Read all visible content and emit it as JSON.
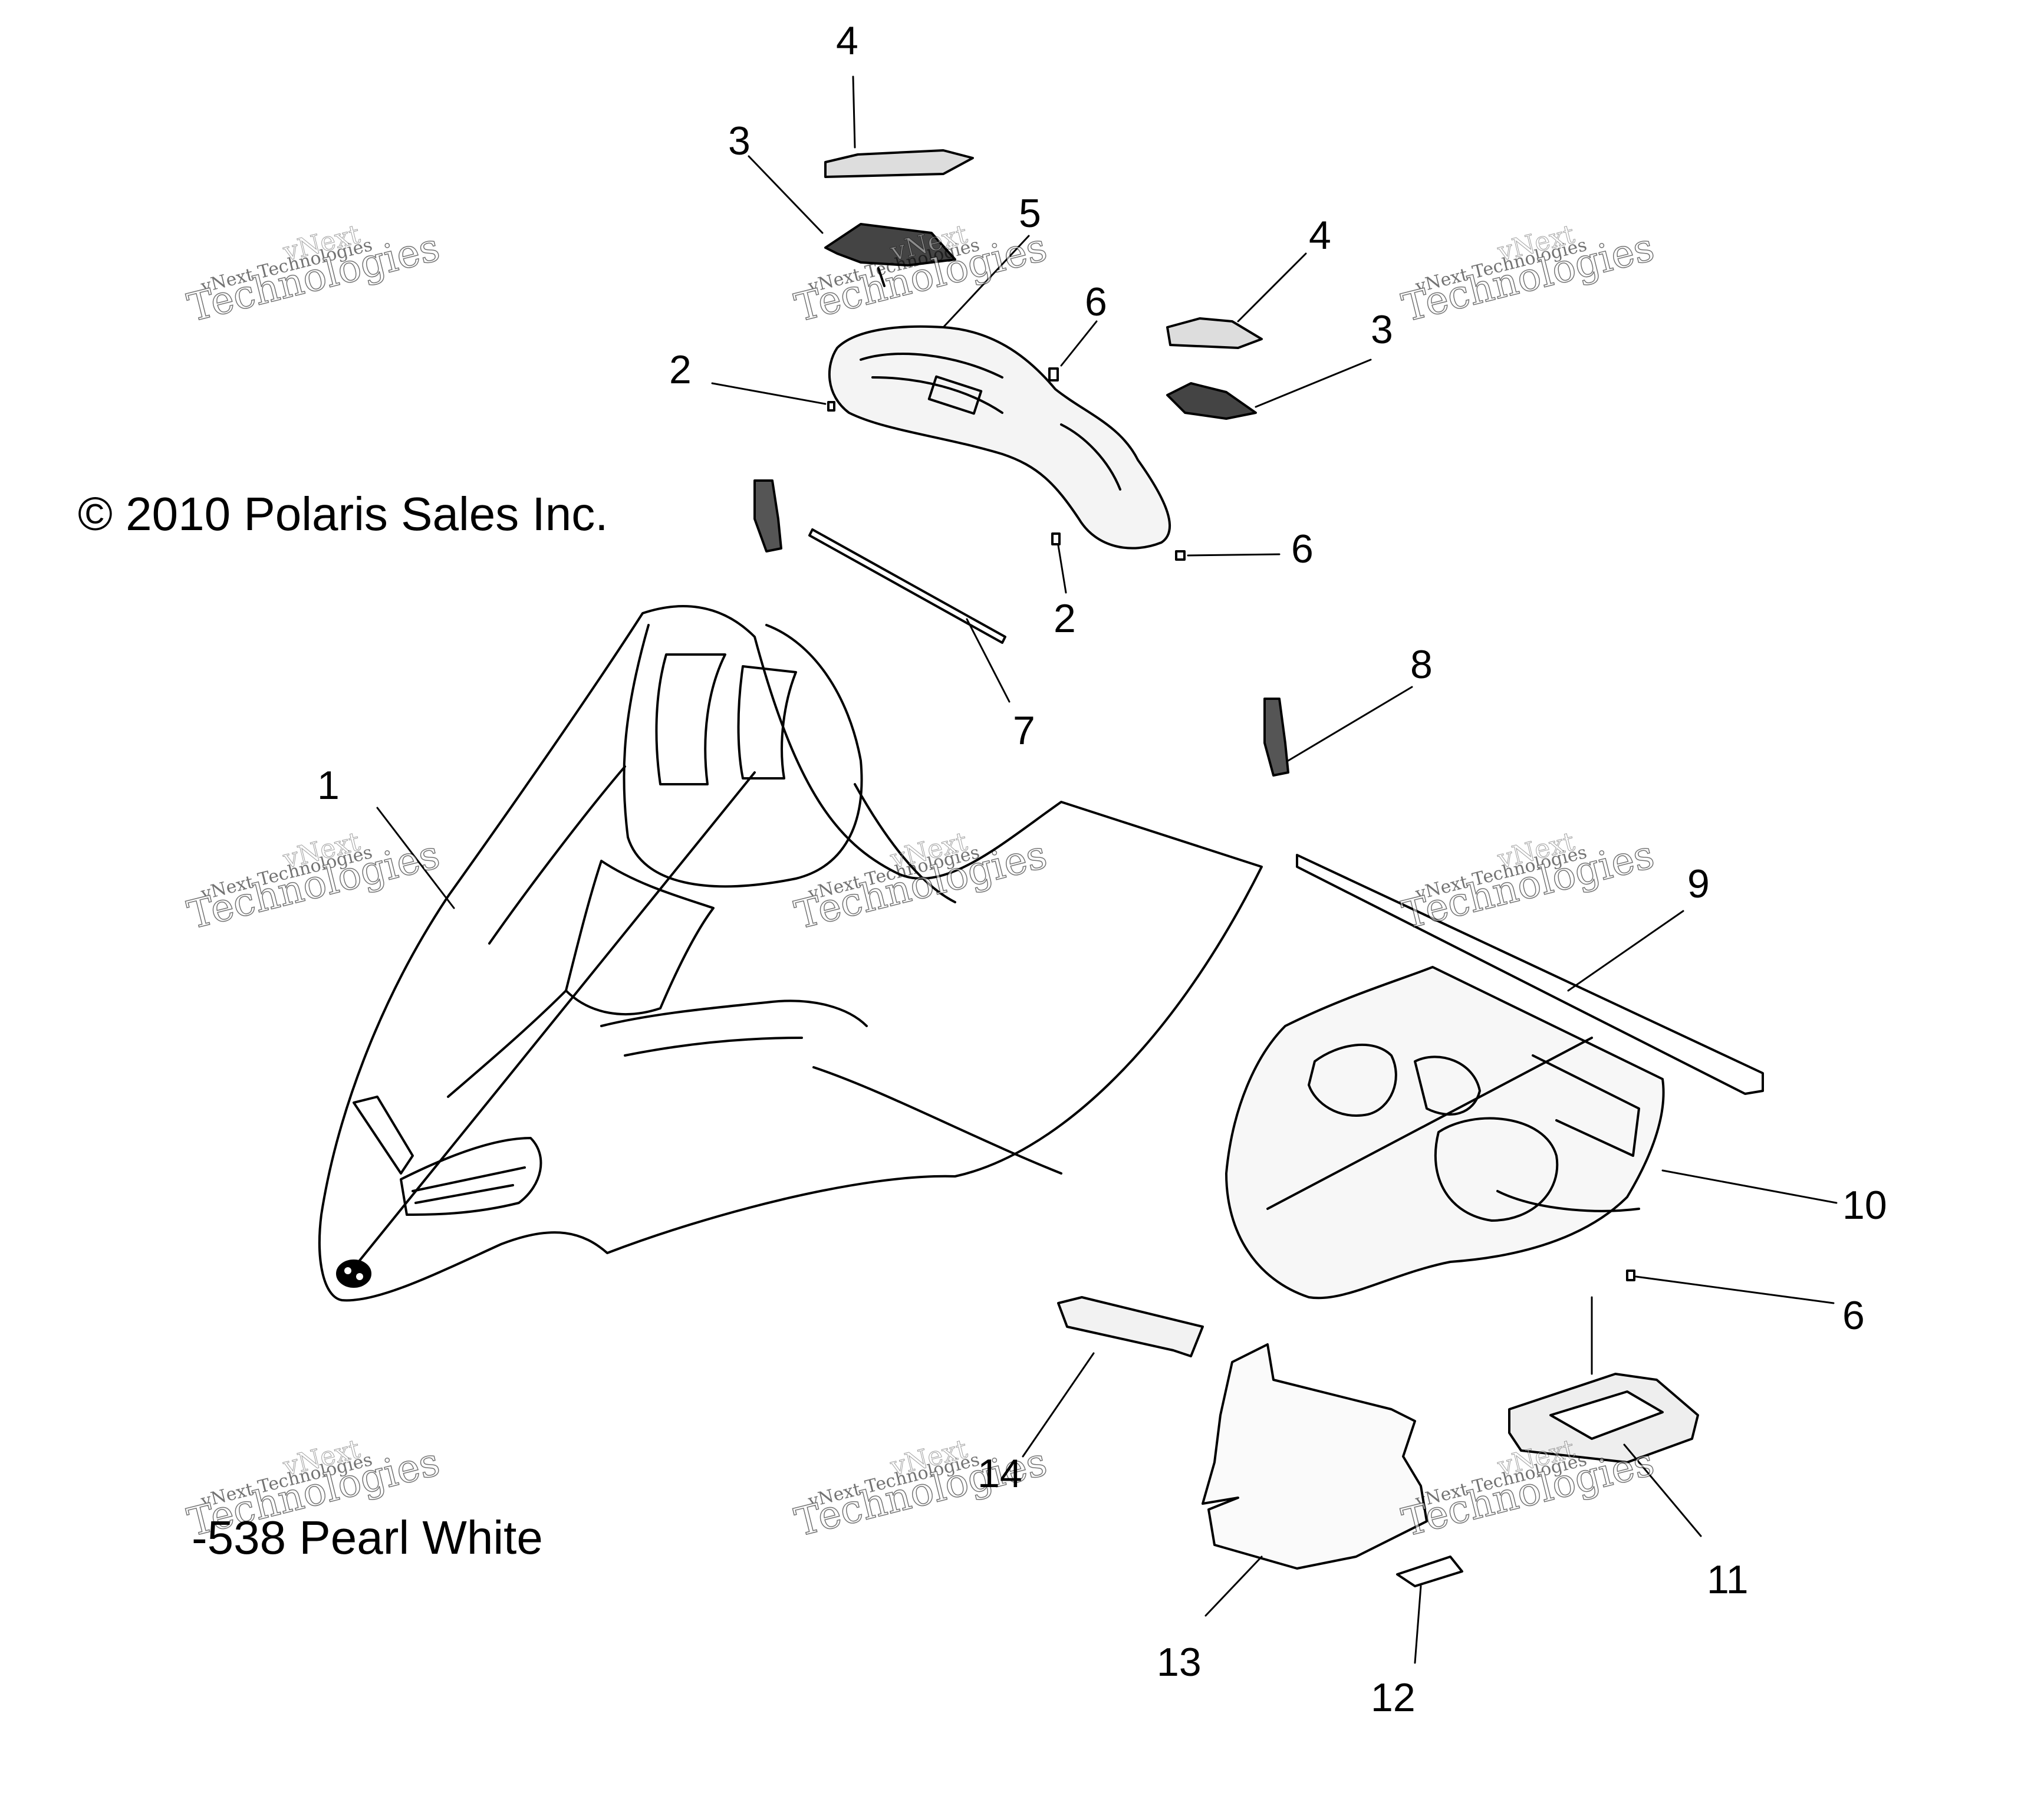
{
  "copyright": "© 2010 Polaris Sales Inc.",
  "color_note": "-538 Pearl White",
  "watermark": {
    "line1": "vNext",
    "line2": "vNext Technologies",
    "line3": "Technologies"
  },
  "callouts": {
    "c1": "1",
    "c2a": "2",
    "c2b": "2",
    "c3a": "3",
    "c3b": "3",
    "c4a": "4",
    "c4b": "4",
    "c5": "5",
    "c6a": "6",
    "c6b": "6",
    "c6c": "6",
    "c7": "7",
    "c8": "8",
    "c9": "9",
    "c10": "10",
    "c11": "11",
    "c12": "12",
    "c13": "13",
    "c14": "14"
  }
}
